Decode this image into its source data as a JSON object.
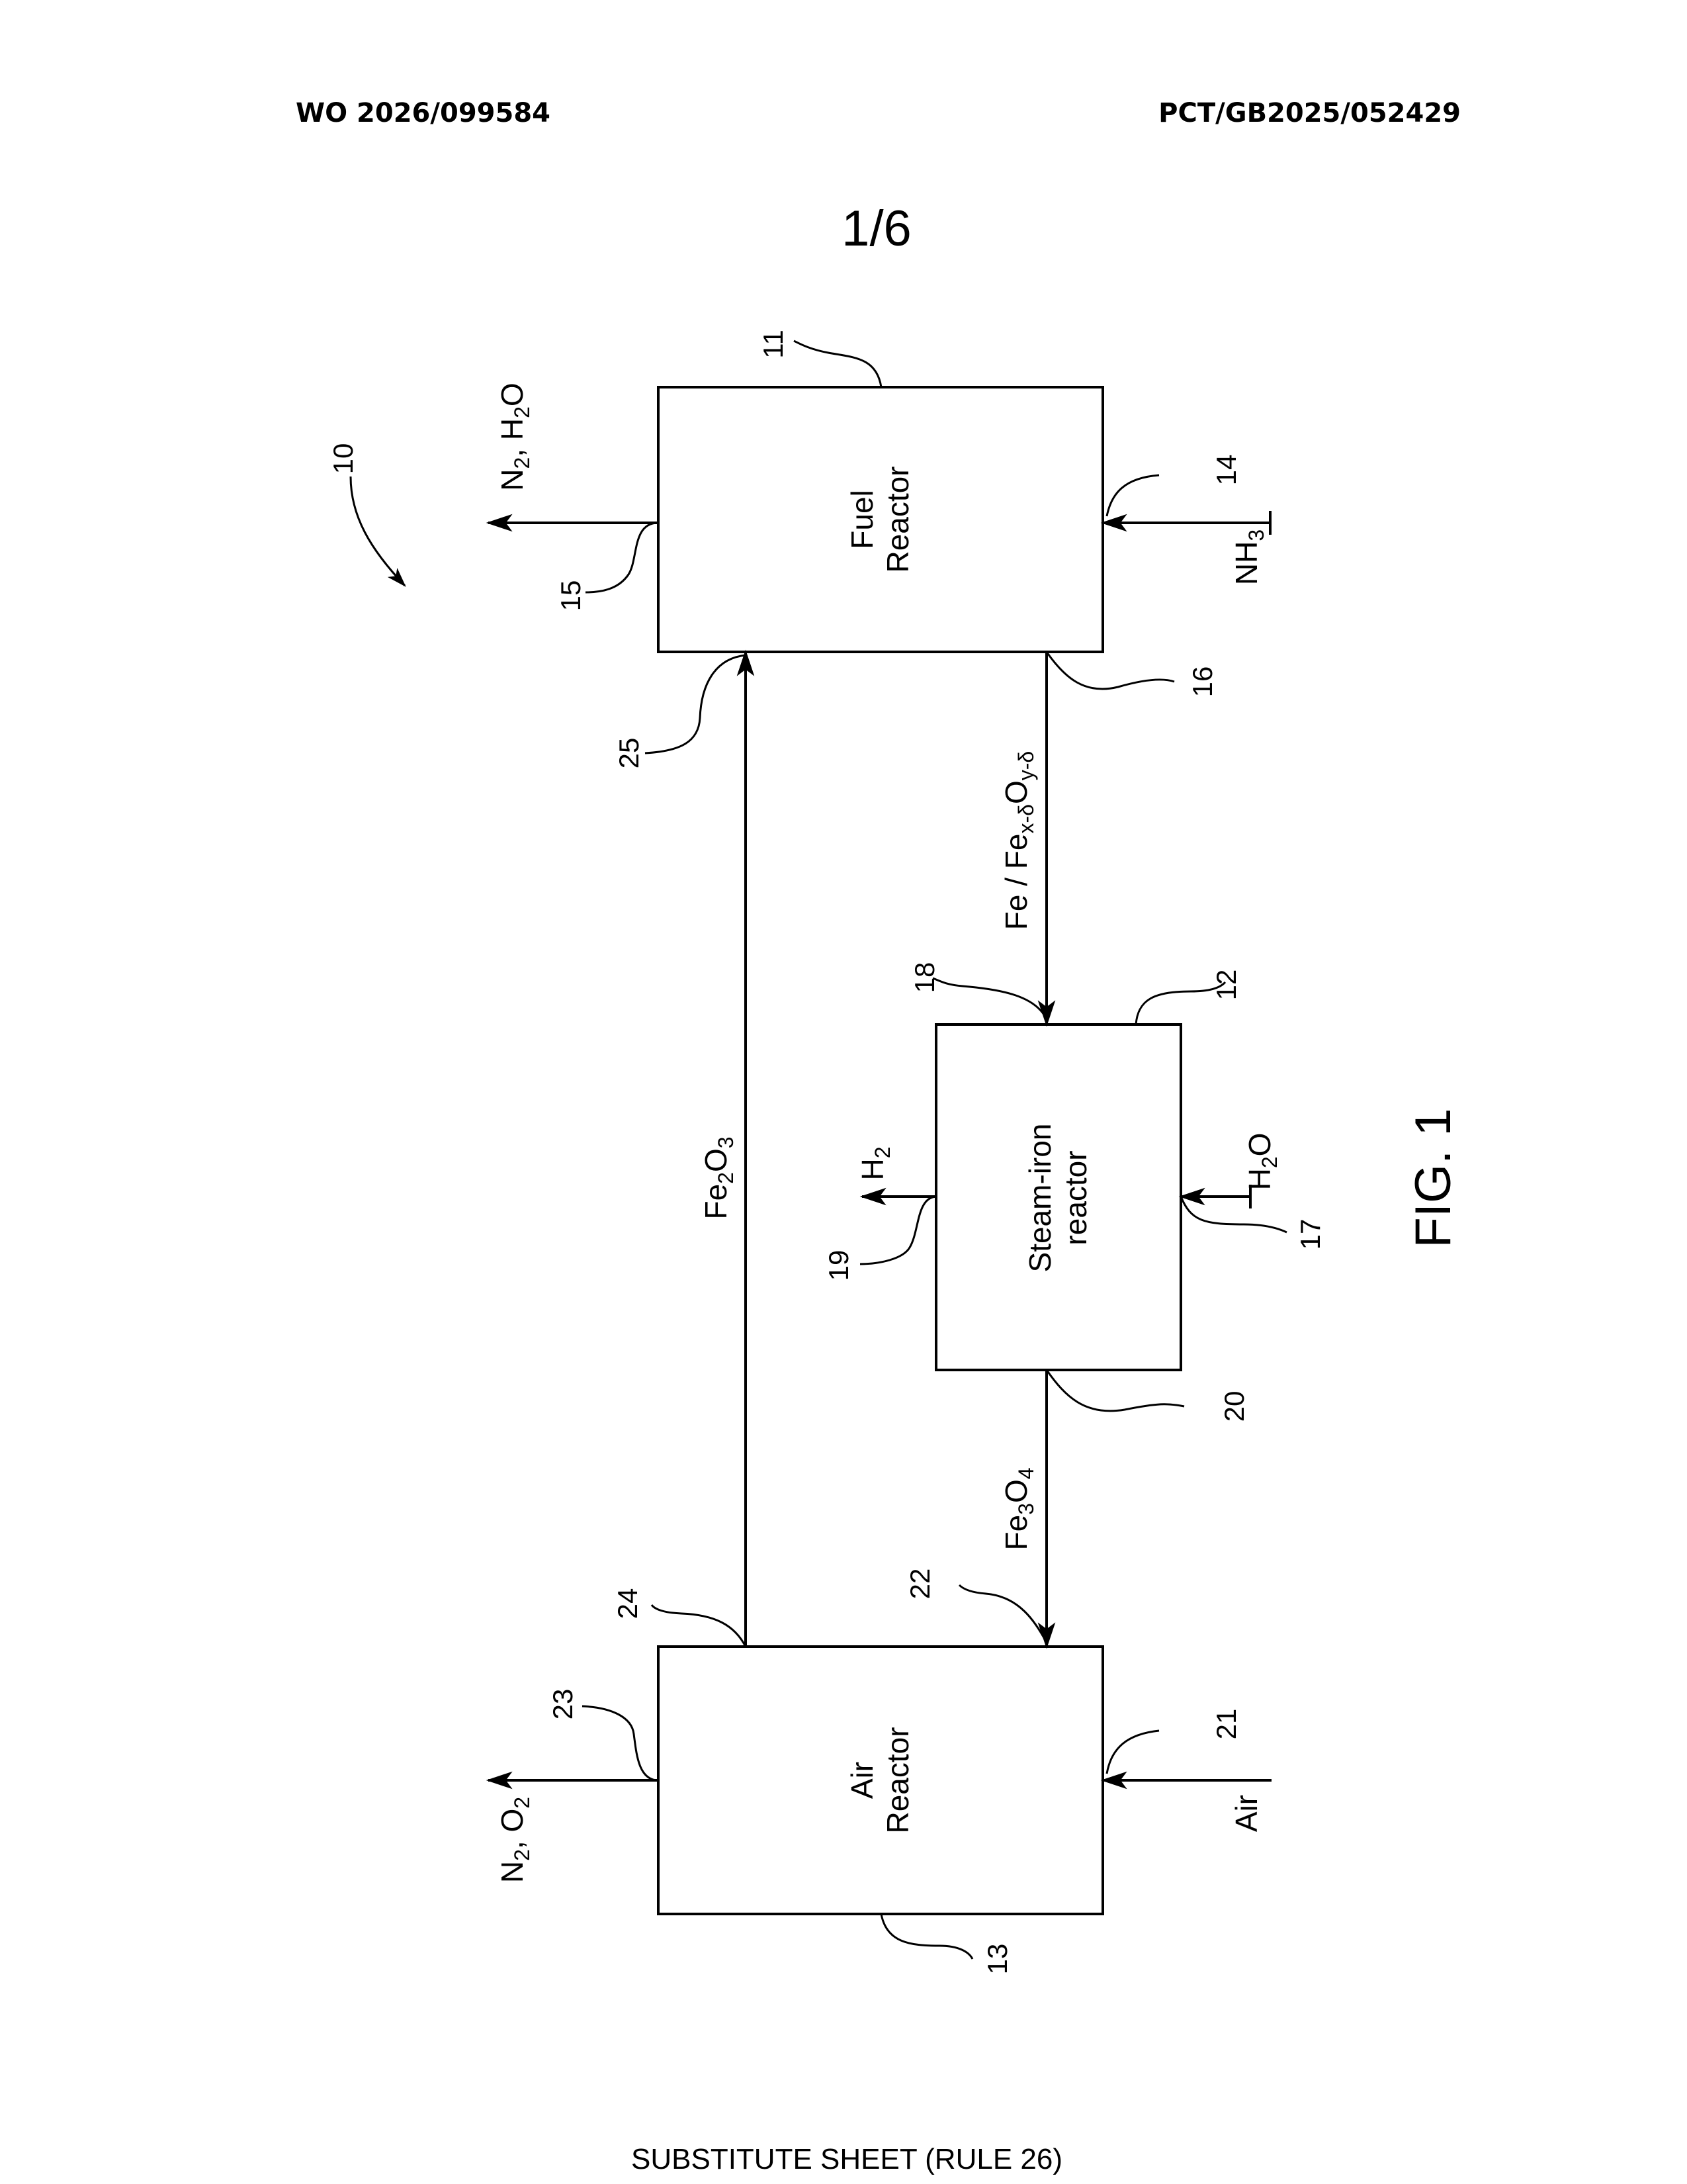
{
  "header": {
    "publication_number": "WO 2026/099584",
    "application_number": "PCT/GB2025/052429"
  },
  "sheet_number": "1/6",
  "figure_label": "FIG. 1",
  "footer": "SUBSTITUTE SHEET (RULE 26)",
  "reactors": {
    "fuel": {
      "line1": "Fuel",
      "line2": "Reactor"
    },
    "steam_iron": {
      "line1": "Steam-iron",
      "line2": "reactor"
    },
    "air": {
      "line1": "Air",
      "line2": "Reactor"
    }
  },
  "streams": {
    "fuel_out": {
      "n": "N",
      "n_sub": "2",
      "sep": ", H",
      "h_sub": "2",
      "o": "O"
    },
    "fuel_in": {
      "base": "NH",
      "sub": "3"
    },
    "fuel_to_steam": {
      "pre": "Fe / Fe",
      "sub1": "x-δ",
      "mid": "O",
      "sub2": "y-δ"
    },
    "steam_h2": {
      "base": "H",
      "sub": "2"
    },
    "steam_water": {
      "h": "H",
      "sub": "2",
      "o": "O"
    },
    "steam_to_air": {
      "fe": "Fe",
      "sub1": "3",
      "o": "O",
      "sub2": "4"
    },
    "air_in": "Air",
    "air_out": {
      "n": "N",
      "n_sub": "2",
      "sep": ", O",
      "o_sub": "2"
    },
    "air_to_fuel": {
      "fe": "Fe",
      "sub1": "2",
      "o": "O",
      "sub2": "3"
    }
  },
  "reference_numerals": {
    "system": "10",
    "fuel_reactor": "11",
    "steam_iron_reactor": "12",
    "air_reactor": "13",
    "fuel_inlet": "14",
    "fuel_outlet": "15",
    "fuel_solid_outlet": "16",
    "steam_inlet": "17",
    "steam_solid_inlet": "18",
    "hydrogen_outlet": "19",
    "steam_solid_outlet": "20",
    "air_inlet": "21",
    "air_solid_inlet": "22",
    "air_outlet": "23",
    "air_solid_outlet": "24",
    "fuel_solid_inlet": "25"
  }
}
